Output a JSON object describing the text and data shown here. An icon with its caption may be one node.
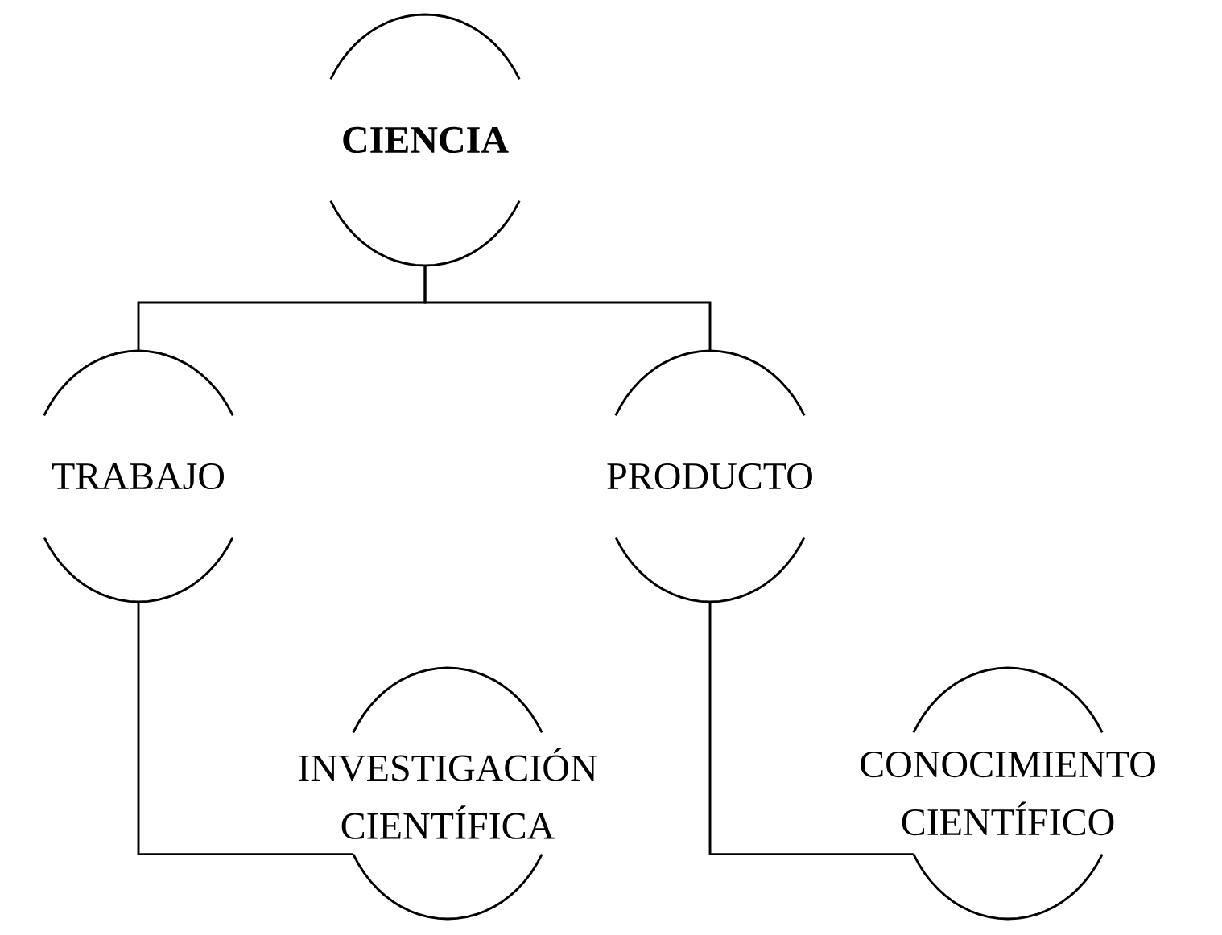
{
  "diagram": {
    "nodes": [
      {
        "text": [
          "CIENCIA"
        ]
      },
      {
        "text": [
          "TRABAJO"
        ]
      },
      {
        "text": [
          "PRODUCTO"
        ]
      },
      {
        "text": [
          "INVESTIGACIÓN CIENTÍFICA"
        ]
      },
      {
        "text": [
          "CONOCIMIENTO CIENTÍFICO"
        ]
      }
    ],
    "edges": [
      {
        "from": 0,
        "to": 1,
        "arrow": "none"
      },
      {
        "from": 0,
        "to": 2,
        "arrow": "none"
      },
      {
        "from": 1,
        "to": 3,
        "arrow": "none"
      },
      {
        "from": 2,
        "to": 4,
        "arrow": "none"
      }
    ]
  }
}
